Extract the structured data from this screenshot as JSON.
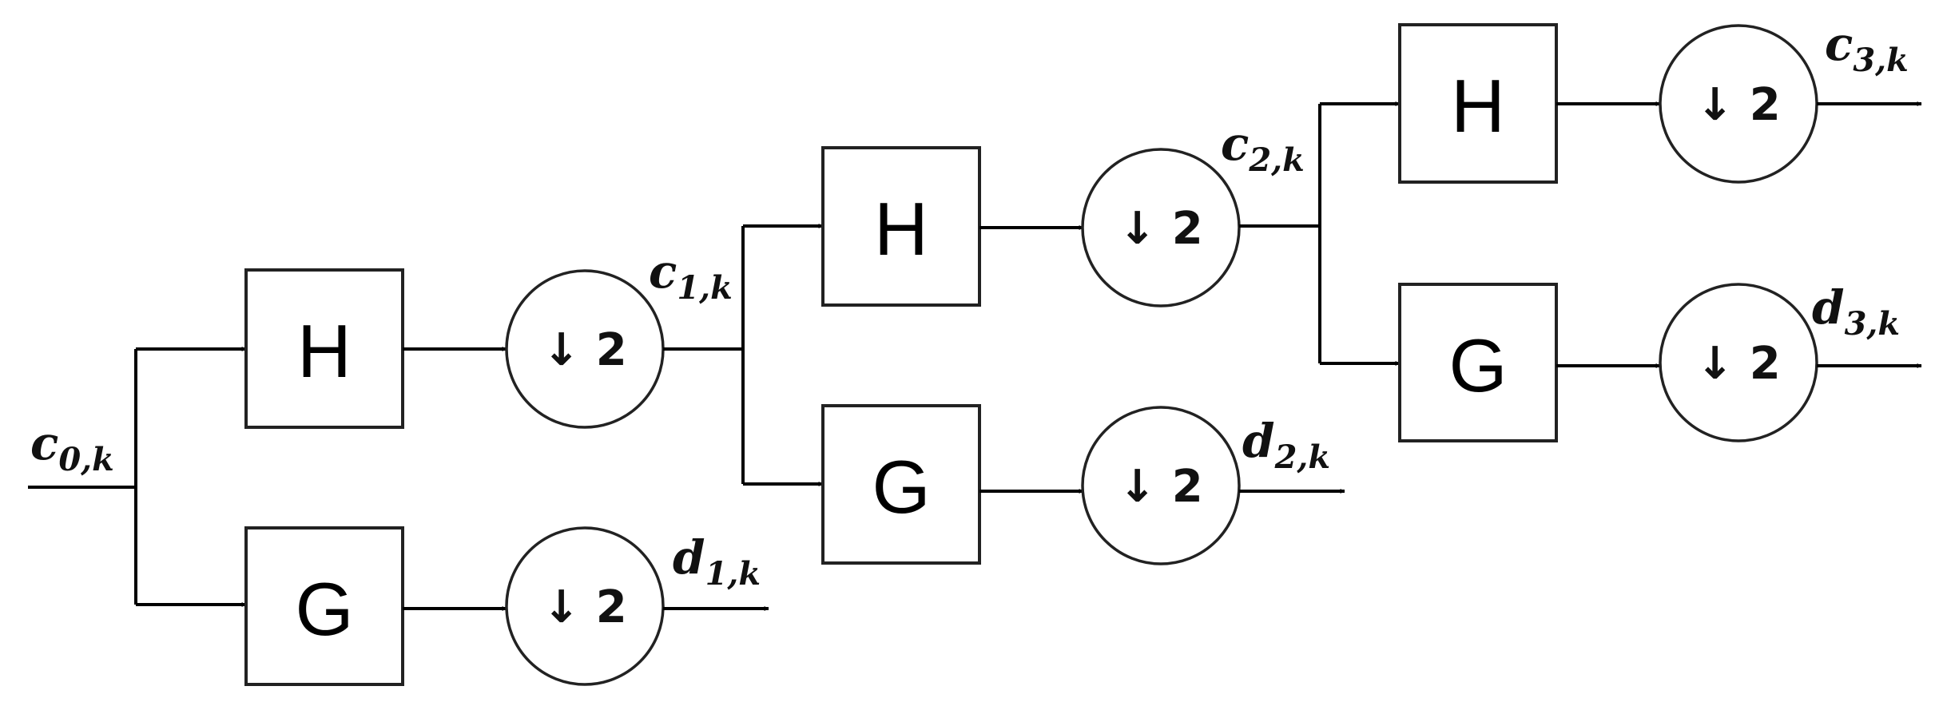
{
  "diagram": {
    "filters": {
      "h": "H",
      "g": "G"
    },
    "downsample_label": "↓ 2",
    "signals": {
      "c0": {
        "base": "c",
        "sub": "0,k"
      },
      "c1": {
        "base": "c",
        "sub": "1,k"
      },
      "c2": {
        "base": "c",
        "sub": "2,k"
      },
      "c3": {
        "base": "c",
        "sub": "3,k"
      },
      "d1": {
        "base": "d",
        "sub": "1,k"
      },
      "d2": {
        "base": "d",
        "sub": "2,k"
      },
      "d3": {
        "base": "d",
        "sub": "3,k"
      }
    }
  }
}
